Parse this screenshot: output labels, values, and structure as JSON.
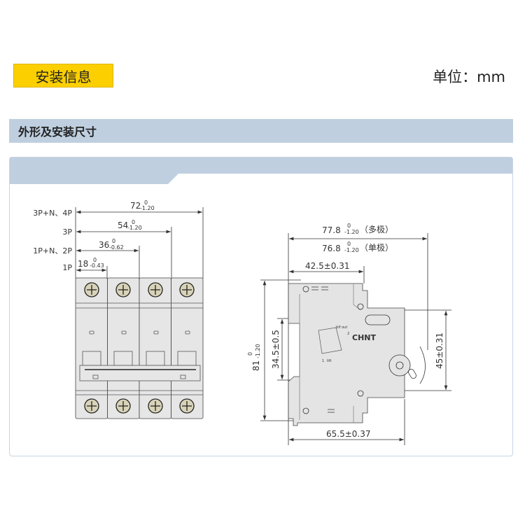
{
  "header": {
    "badge": "安装信息",
    "unit": "单位：mm"
  },
  "section": {
    "title": "外形及安装尺寸"
  },
  "front_view": {
    "rows": [
      {
        "label": "3P+N、4P",
        "nominal": "72",
        "upper": "0",
        "lower": "-1.20"
      },
      {
        "label": "3P",
        "nominal": "54",
        "upper": "0",
        "lower": "-1.20"
      },
      {
        "label": "1P+N、2P",
        "nominal": "36",
        "upper": "0",
        "lower": "-0.62"
      },
      {
        "label": "1P",
        "nominal": "18",
        "upper": "0",
        "lower": "-0.43"
      }
    ]
  },
  "side_view": {
    "depth_multi": {
      "nominal": "77.8",
      "upper": "0",
      "lower": "-1.20",
      "note": "（多极）"
    },
    "depth_single": {
      "nominal": "76.8",
      "upper": "0",
      "lower": "-1.20",
      "note": "（单极）"
    },
    "front_depth": "42.5±0.31",
    "base_width": "65.5±0.37",
    "height": {
      "nominal": "81",
      "upper": "0",
      "lower": "-1.20"
    },
    "rail": "34.5±0.5",
    "front_height": "45±0.31",
    "brand": "CHNT",
    "trip_out": "tilf out",
    "lift": "lift",
    "step1": "1",
    "step2": "2"
  }
}
